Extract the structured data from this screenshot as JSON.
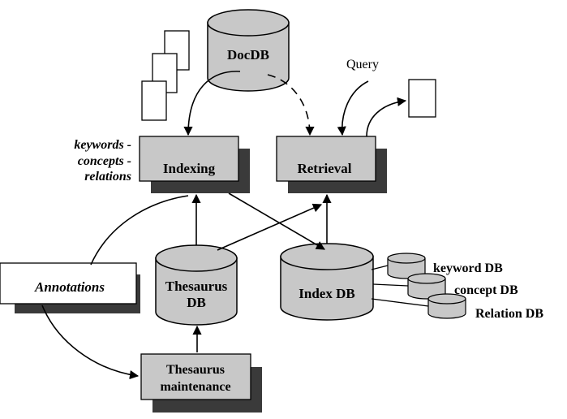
{
  "diagram": {
    "nodes": {
      "docdb": "DocDB",
      "indexing": "Indexing",
      "retrieval": "Retrieval",
      "thesaurus_db_line1": "Thesaurus",
      "thesaurus_db_line2": "DB",
      "index_db": "Index DB",
      "thesaurus_maint_line1": "Thesaurus",
      "thesaurus_maint_line2": "maintenance",
      "annotations": "Annotations",
      "keyword_db": "keyword DB",
      "concept_db": "concept DB",
      "relation_db": "Relation DB"
    },
    "labels": {
      "query": "Query",
      "kcr_line1": "keywords -",
      "kcr_line2": "concepts -",
      "kcr_line3": "relations"
    }
  }
}
